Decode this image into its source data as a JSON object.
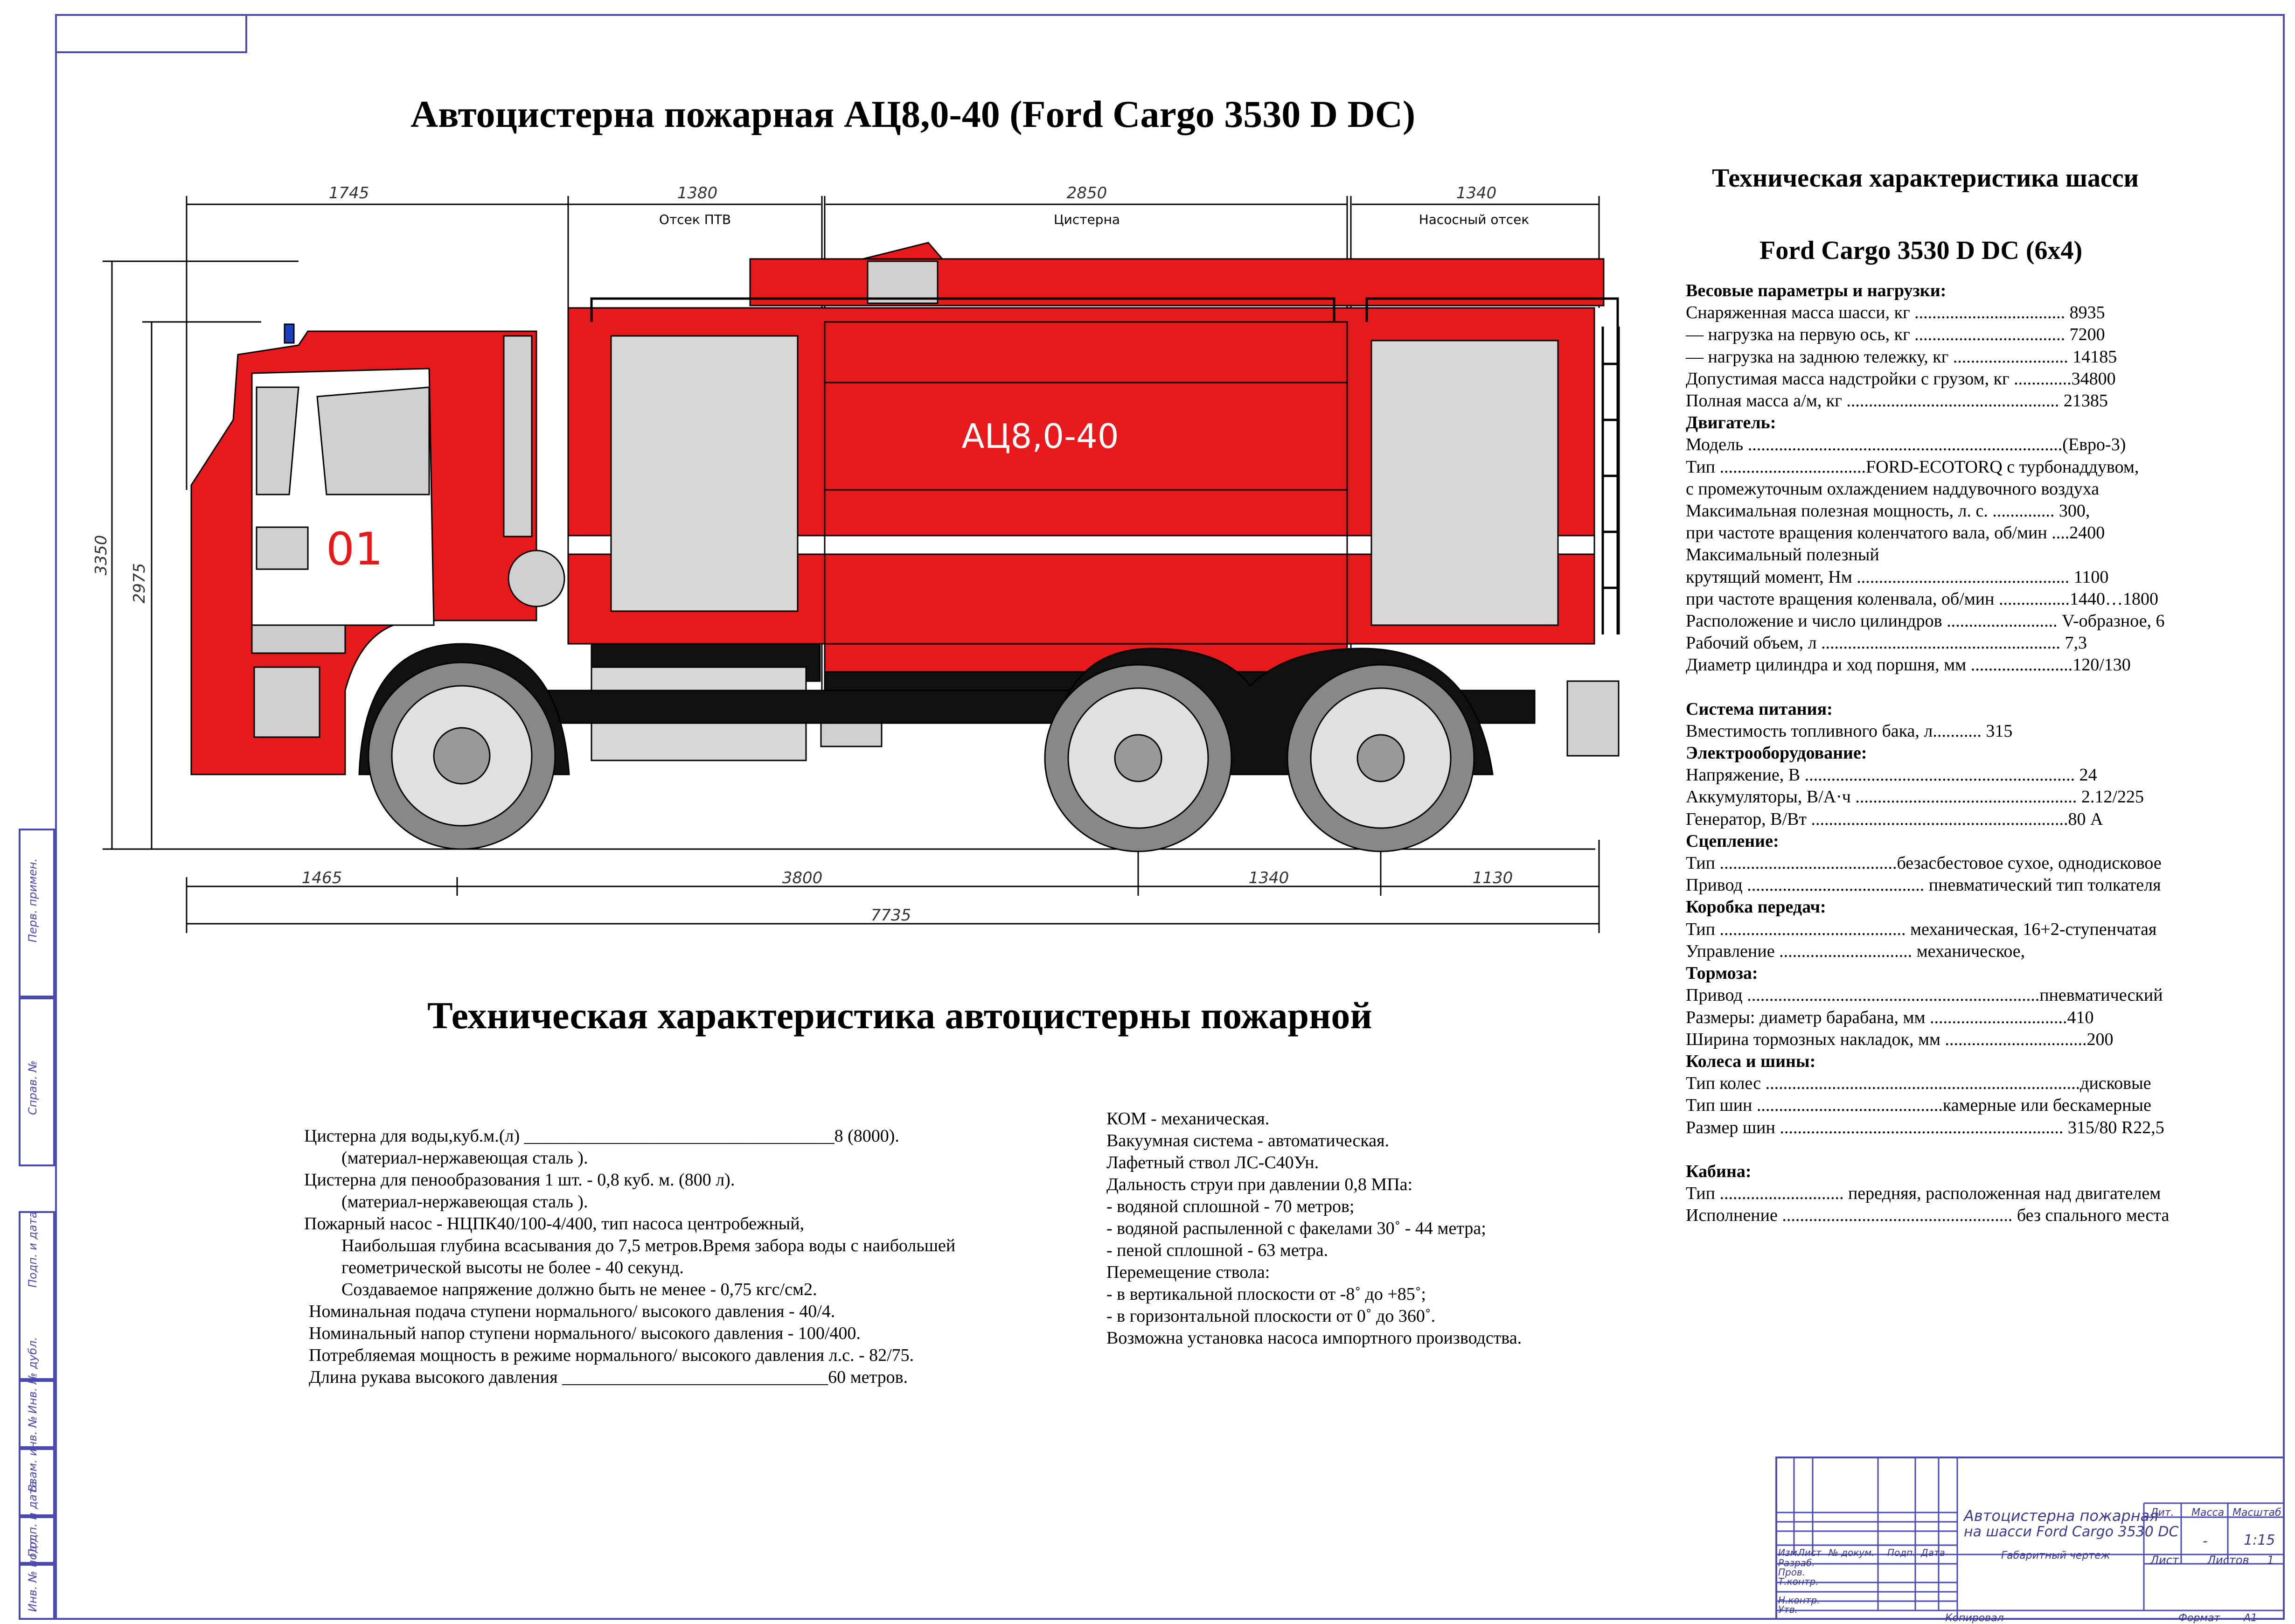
{
  "title": "Автоцистерна пожарная АЦ8,0-40 (Ford Cargo 3530 D DC)",
  "drawing": {
    "dims_top": [
      "1745",
      "1380",
      "2850",
      "1340"
    ],
    "section_labels": [
      "Отсек ПТВ",
      "Цистерна",
      "Насосный отсек"
    ],
    "dims_bottom": [
      "1465",
      "3800",
      "1340",
      "1130"
    ],
    "dim_total": "7735",
    "dims_height": [
      "3350",
      "2975"
    ],
    "tank_label": "АЦ8,0-40",
    "cab_number": "01",
    "body_color": "#e8191b"
  },
  "chassis_spec": {
    "title": "Техническая характеристика шасси",
    "subtitle": "Ford Cargo 3530 D DC (6х4)",
    "rows": [
      {
        "t": "h",
        "text": "Весовые параметры и нагрузки:"
      },
      {
        "t": "r",
        "text": "Снаряженная масса шасси, кг .................................. 8935"
      },
      {
        "t": "r",
        "text": "— нагрузка на первую ось, кг .................................. 7200"
      },
      {
        "t": "r",
        "text": "— нагрузка на заднюю тележку, кг .......................... 14185"
      },
      {
        "t": "r",
        "text": "Допустимая масса надстройки с грузом, кг .............34800"
      },
      {
        "t": "r",
        "text": "Полная масса а/м, кг ................................................ 21385"
      },
      {
        "t": "h",
        "text": "Двигатель:"
      },
      {
        "t": "r",
        "text": "Модель .......................................................................(Евро-3)"
      },
      {
        "t": "r",
        "text": "Тип .................................FORD-ECOTORQ с турбонаддувом,"
      },
      {
        "t": "r",
        "text": "с промежуточным охлаждением наддувочного воздуха"
      },
      {
        "t": "r",
        "text": "Максимальная полезная мощность, л. с. ..............   300,"
      },
      {
        "t": "r",
        "text": "при частоте вращения коленчатого вала, об/мин ....2400"
      },
      {
        "t": "r",
        "text": "Максимальный полезный"
      },
      {
        "t": "r",
        "text": "крутящий момент, Нм ................................................ 1100"
      },
      {
        "t": "r",
        "text": "при частоте вращения коленвала, об/мин ................1440…1800"
      },
      {
        "t": "r",
        "text": "Расположение и число цилиндров .........................   V-образное, 6"
      },
      {
        "t": "r",
        "text": "Рабочий объем, л ...................................................... 7,3"
      },
      {
        "t": "r",
        "text": "Диаметр цилиндра и ход поршня, мм .......................120/130"
      },
      {
        "t": "g",
        "text": ""
      },
      {
        "t": "h",
        "text": "Система питания:"
      },
      {
        "t": "r",
        "text": "Вместимость топливного бака, л........... 315"
      },
      {
        "t": "h",
        "text": "Электрооборудование:"
      },
      {
        "t": "r",
        "text": "Напряжение, В ............................................................. 24"
      },
      {
        "t": "r",
        "text": "Аккумуляторы, В/А·ч .................................................. 2.12/225"
      },
      {
        "t": "r",
        "text": "Генератор, В/Вт ..........................................................80 А"
      },
      {
        "t": "h",
        "text": "Сцепление:"
      },
      {
        "t": "r",
        "text": "Тип ........................................безасбестовое сухое, однодисковое"
      },
      {
        "t": "r",
        "text": "Привод ........................................ пневматический тип толкателя"
      },
      {
        "t": "h",
        "text": "Коробка передач:"
      },
      {
        "t": "r",
        "text": "Тип ..........................................  механическая, 16+2-ступенчатая"
      },
      {
        "t": "r",
        "text": "Управление .............................. механическое,"
      },
      {
        "t": "h",
        "text": "Тормоза:"
      },
      {
        "t": "r",
        "text": "Привод ..................................................................пневматический"
      },
      {
        "t": "r",
        "text": "Размеры: диаметр барабана, мм ...............................410"
      },
      {
        "t": "r",
        "text": "Ширина тормозных накладок, мм ................................200"
      },
      {
        "t": "h",
        "text": "Колеса и шины:"
      },
      {
        "t": "r",
        "text": "Тип колес .......................................................................дисковые"
      },
      {
        "t": "r",
        "text": "Тип шин ..........................................камерные или бескамерные"
      },
      {
        "t": "r",
        "text": "Размер шин  ................................................................   315/80 R22,5"
      },
      {
        "t": "g",
        "text": ""
      },
      {
        "t": "h",
        "text": "Кабина:"
      },
      {
        "t": "r",
        "text": "Тип ............................ передняя, расположенная над двигателем"
      },
      {
        "t": "r",
        "text": "Исполнение .................................................... без спального места"
      }
    ]
  },
  "tanker_spec": {
    "title": "Техническая характеристика автоцистерны пожарной",
    "left": [
      {
        "i": 0,
        "text": "Цистерна для воды,куб.м.(л)  ___________________________________8  (8000)."
      },
      {
        "i": 1,
        "text": "(материал-нержавеющая сталь )."
      },
      {
        "i": 0,
        "text": "Цистерна для пенообразования 1 шт. - 0,8 куб. м. (800 л)."
      },
      {
        "i": 1,
        "text": "(материал-нержавеющая сталь )."
      },
      {
        "i": 0,
        "text": "Пожарный насос - НЦПК40/100-4/400, тип насоса центробежный,"
      },
      {
        "i": 1,
        "text": "Наибольшая глубина всасывания до 7,5 метров.Время забора воды с наибольшей"
      },
      {
        "i": 1,
        "text": "геометрической высоты не более - 40 секунд."
      },
      {
        "i": 1,
        "text": "Создаваемое напряжение должно быть не менее - 0,75 кгс/см2."
      },
      {
        "i": 2,
        "text": "Номинальная подача ступени нормального/ высокого давления - 40/4."
      },
      {
        "i": 2,
        "text": "Номинальный напор ступени нормального/ высокого давления - 100/400."
      },
      {
        "i": 2,
        "text": "Потребляемая мощность в режиме нормального/ высокого давления л.с. - 82/75."
      },
      {
        "i": 2,
        "text": "Длина рукава высокого давления ______________________________60 метров."
      }
    ],
    "right": [
      "КОМ - механическая.",
      "Вакуумная система - автоматическая.",
      "Лафетный ствол ЛС-С40Ун.",
      "Дальность струи при давлении 0,8 МПа:",
      "- водяной сплошной - 70 метров;",
      "- водяной распыленной с факелами 30˚ - 44 метра;",
      "- пеной сплошной - 63 метра.",
      "Перемещение ствола:",
      "- в вертикальной плоскости от -8˚ до +85˚;",
      "- в горизонтальной плоскости  от 0˚ до 360˚.",
      "Возможна установка насоса импортного производства."
    ]
  },
  "side_stamps": [
    "Перв. примен.",
    "Справ. №",
    "Подп. и дата",
    "Инв. № дубл.",
    "Взам. инв. №",
    "Подп. и дата",
    "Инв. № подл."
  ],
  "title_block": {
    "name_line1": "Автоцистерна пожарная",
    "name_line2": "на шасси Ford Cargo 3530 DC",
    "doc_type": "Габаритный чертеж",
    "col_lit": "Лит.",
    "col_mass": "Масса",
    "col_scale": "Масштаб",
    "mass_value": "-",
    "scale_value": "1:15",
    "sheet_label": "Лист",
    "sheets_label": "Листов",
    "sheets_value": "1",
    "header_cols": [
      "Изм.",
      "Лист",
      "№ докум.",
      "Подп.",
      "Дата"
    ],
    "roles": [
      "Разраб.",
      "Пров.",
      "Т.контр.",
      "",
      "Н.контр.",
      "Утв."
    ],
    "copied": "Копировал",
    "format": "Формат",
    "format_value": "A1"
  }
}
